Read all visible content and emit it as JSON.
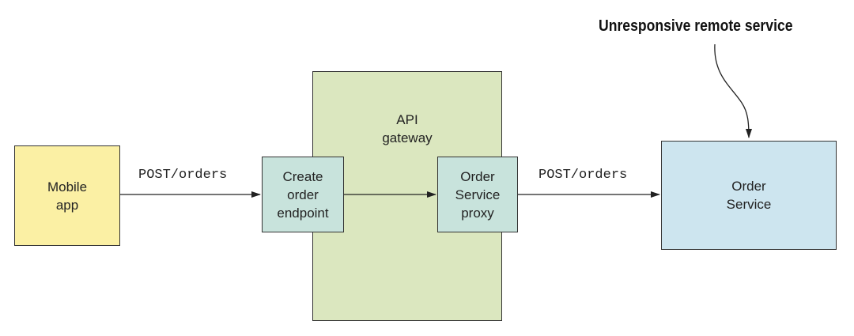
{
  "nodes": {
    "mobile_app": "Mobile\napp",
    "api_gateway": "API\ngateway",
    "create_order_endpoint": "Create\norder\nendpoint",
    "order_service_proxy": "Order\nService\nproxy",
    "order_service": "Order\nService"
  },
  "edges": {
    "mobile_to_gateway": "POST/orders",
    "proxy_to_service": "POST/orders"
  },
  "annotation": {
    "callout": "Unresponsive remote service"
  },
  "colors": {
    "mobile_app": "#fbf0a4",
    "api_gateway": "#dbe7bf",
    "endpoint": "#c8e3dc",
    "order_service": "#cde5ef"
  }
}
